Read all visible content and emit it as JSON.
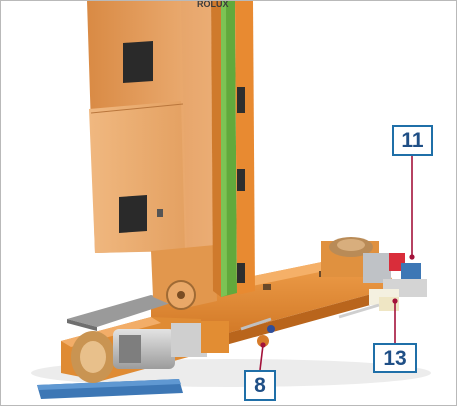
{
  "figure": {
    "brand_text": "ROLUX",
    "callouts": [
      {
        "id": "11",
        "label": "11"
      },
      {
        "id": "13",
        "label": "13"
      },
      {
        "id": "8",
        "label": "8"
      }
    ]
  },
  "colors": {
    "body_orange": "#e59a55",
    "frame_orange": "#e88a31",
    "rail_green": "#62a93c",
    "rail_blue": "#3d77b5",
    "callout_border": "#1f6fa8",
    "callout_text": "#1f4f86",
    "leader_line": "#a3123a",
    "motor_grey": "#b7b7b7"
  }
}
